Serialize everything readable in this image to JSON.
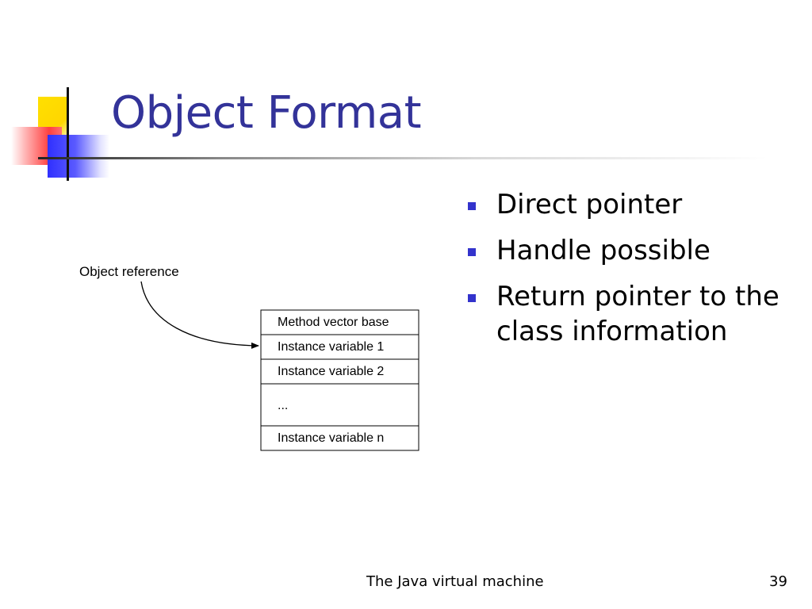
{
  "slide": {
    "title": "Object Format",
    "bullets": [
      "Direct pointer",
      "Handle possible",
      "Return pointer to the class information"
    ],
    "footer": "The Java virtual machine",
    "page_number": "39"
  },
  "diagram": {
    "reference_label": "Object reference",
    "rows": [
      "Method vector base",
      "Instance variable 1",
      "Instance variable 2",
      "...",
      "Instance variable n"
    ]
  },
  "colors": {
    "title": "#333399",
    "bullet": "#3333cc"
  }
}
